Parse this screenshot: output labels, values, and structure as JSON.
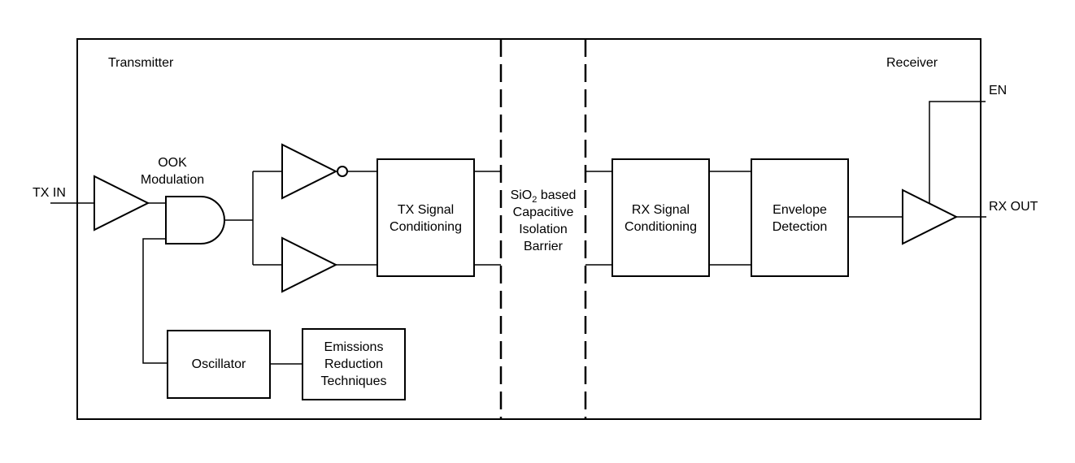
{
  "sections": {
    "transmitter": "Transmitter",
    "receiver": "Receiver"
  },
  "pins": {
    "tx_in": "TX IN",
    "en": "EN",
    "rx_out": "RX OUT"
  },
  "blocks": {
    "ook_line1": "OOK",
    "ook_line2": "Modulation",
    "tx_cond_line1": "TX Signal",
    "tx_cond_line2": "Conditioning",
    "oscillator": "Oscillator",
    "emissions_line1": "Emissions",
    "emissions_line2": "Reduction",
    "emissions_line3": "Techniques",
    "barrier_prefix": "SiO",
    "barrier_subscript": "2",
    "barrier_suffix": " based",
    "barrier_line2": "Capacitive",
    "barrier_line3": "Isolation",
    "barrier_line4": "Barrier",
    "rx_cond_line1": "RX Signal",
    "rx_cond_line2": "Conditioning",
    "env_line1": "Envelope",
    "env_line2": "Detection"
  }
}
